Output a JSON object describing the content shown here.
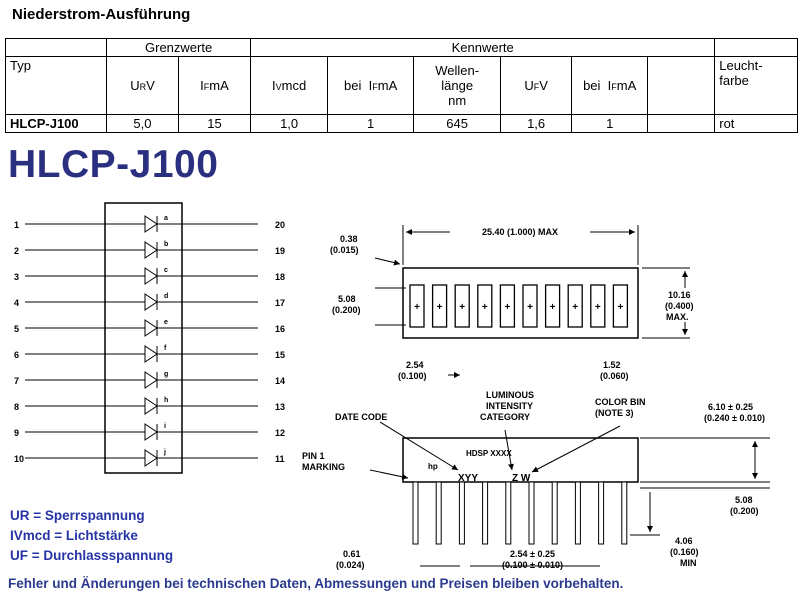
{
  "section_title": "Niederstrom-Ausführung",
  "table": {
    "group_headers": {
      "limits": "Grenzwerte",
      "characteristics": "Kennwerte"
    },
    "columns": {
      "type": "Typ",
      "ur": {
        "main": "U",
        "sub": "R",
        "unit": "V"
      },
      "if_max": {
        "main": "I",
        "sub": "F",
        "unit": "mA"
      },
      "iv": {
        "main": "I",
        "sub": "V",
        "unit": "mcd"
      },
      "at1": "bei",
      "if_iv": {
        "main": "I",
        "sub": "F",
        "unit": "mA"
      },
      "wavelength": [
        "Wellen-",
        "länge",
        "nm"
      ],
      "uf": {
        "main": "U",
        "sub": "F",
        "unit": "V"
      },
      "at2": "bei",
      "if_uf": {
        "main": "I",
        "sub": "F",
        "unit": "mA"
      },
      "color": [
        "Leucht-",
        "farbe"
      ]
    },
    "row": {
      "type": "HLCP-J100",
      "ur": "5,0",
      "if_max": "15",
      "iv": "1,0",
      "if_iv": "1",
      "wavelength": "645",
      "uf": "1,6",
      "if_uf": "1",
      "color": "rot"
    }
  },
  "part_number": "HLCP-J100",
  "schematic": {
    "left_pins": [
      "1",
      "2",
      "3",
      "4",
      "5",
      "6",
      "7",
      "8",
      "9",
      "10"
    ],
    "right_pins": [
      "20",
      "19",
      "18",
      "17",
      "16",
      "15",
      "14",
      "13",
      "12",
      "11"
    ],
    "segments": [
      "a",
      "b",
      "c",
      "d",
      "e",
      "f",
      "g",
      "h",
      "i",
      "j"
    ]
  },
  "drawing": {
    "width_dim": "25.40 (1.000) MAX",
    "left_offset": [
      "0.38",
      "(0.015)"
    ],
    "seg_height": [
      "5.08",
      "(0.200)"
    ],
    "height_dim": [
      "10.16",
      "(0.400)",
      "MAX."
    ],
    "seg_pitch": [
      "2.54",
      "(0.100)"
    ],
    "seg_width": [
      "1.52",
      "(0.060)"
    ],
    "date_code": "DATE CODE",
    "luminous": [
      "LUMINOUS",
      "INTENSITY",
      "CATEGORY"
    ],
    "color_bin": [
      "COLOR BIN",
      "(NOTE 3)"
    ],
    "pin1": [
      "PIN 1",
      "MARKING"
    ],
    "body_label": "HDSP XXXX",
    "hp_logo": "hp",
    "code1": "XYY",
    "code2": "Z W",
    "side_thick": [
      "6.10 ± 0.25",
      "(0.240 ± 0.010)"
    ],
    "body_h": [
      "5.08",
      "(0.200)"
    ],
    "lead_len": [
      "4.06",
      "(0.160)",
      "MIN"
    ],
    "lead_w": [
      "0.61",
      "(0.024)"
    ],
    "lead_pitch": [
      "2.54 ± 0.25",
      "(0.100 ± 0.010)"
    ]
  },
  "legend": [
    "UR = Sperrspannung",
    "IVmcd = Lichtstärke",
    "UF = Durchlassspannung"
  ],
  "footer": "Fehler und Änderungen bei technischen Daten, Abmessungen und Preisen bleiben vorbehalten.",
  "colors": {
    "heading": "#2b2f7f",
    "legend": "#2634a6",
    "footer": "#2b3a8f"
  }
}
